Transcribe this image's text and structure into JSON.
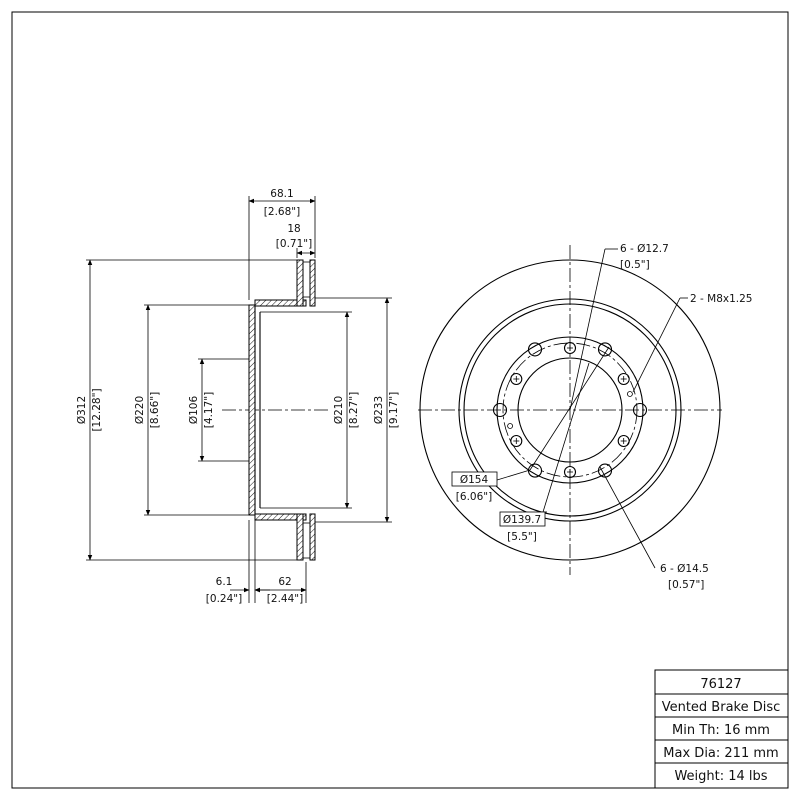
{
  "dimensions": {
    "overall_width": {
      "mm": "68.1",
      "in": "[2.68\"]"
    },
    "disc_thickness": {
      "mm": "18",
      "in": "[0.71\"]"
    },
    "outer_diameter": {
      "mm": "Ø312",
      "in": "[12.28\"]"
    },
    "hat_diameter": {
      "mm": "Ø220",
      "in": "[8.66\"]"
    },
    "center_bore": {
      "mm": "Ø106",
      "in": "[4.17\"]"
    },
    "inner_bore": {
      "mm": "Ø210",
      "in": "[8.27\"]"
    },
    "friction_inner": {
      "mm": "Ø233",
      "in": "[9.17\"]"
    },
    "hat_thickness": {
      "mm": "6.1",
      "in": "[0.24\"]"
    },
    "hat_depth": {
      "mm": "62",
      "in": "[2.44\"]"
    }
  },
  "callouts": {
    "small_holes": {
      "mm": "6 - Ø12.7",
      "in": "[0.5\"]"
    },
    "thread": {
      "mm": "2 - M8x1.25"
    },
    "bolt_circle_outer": {
      "mm": "Ø154",
      "in": "[6.06\"]"
    },
    "bolt_circle_inner": {
      "mm": "Ø139.7",
      "in": "[5.5\"]"
    },
    "large_holes": {
      "mm": "6 - Ø14.5",
      "in": "[0.57\"]"
    }
  },
  "title_block": {
    "part_number": "76127",
    "description": "Vented Brake Disc",
    "min_thickness": "Min Th: 16 mm",
    "max_diameter": "Max Dia: 211 mm",
    "weight": "Weight: 14 lbs"
  }
}
